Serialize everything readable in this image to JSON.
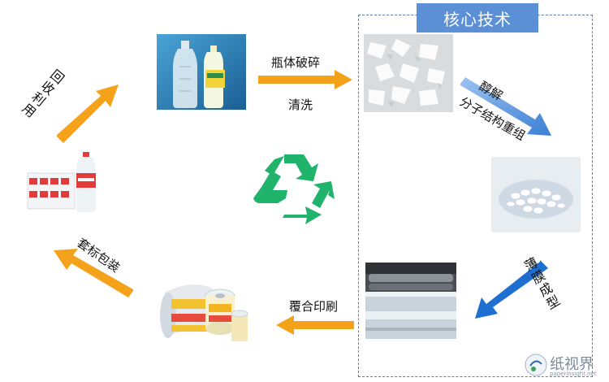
{
  "core_title": "核心技术",
  "steps": {
    "crush": "瓶体破碎",
    "wash": "清洗",
    "alcoholysis": "醇解",
    "recombine": "分子结构重组",
    "film": "薄膜成型",
    "laminate": "覆合印刷",
    "label_pack": "套标包装",
    "reuse": "回收利用"
  },
  "watermark": {
    "brand": "纸视界",
    "url": "paperinsight.net"
  },
  "colors": {
    "orange": "#f5a21b",
    "blue": "#3a7fd6",
    "recycle_green": "#1fb36b",
    "core_title_bg": "#5b8fd6"
  },
  "icons": [
    "recycle-icon",
    "watermark-logo-icon"
  ]
}
